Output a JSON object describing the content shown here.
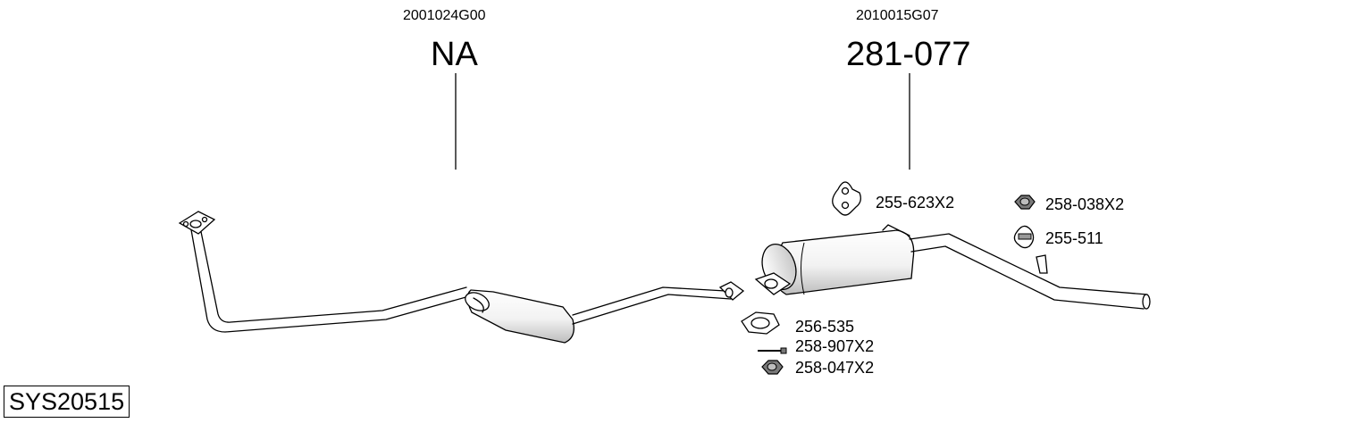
{
  "system_id": "SYS20515",
  "callouts": [
    {
      "oe_number": "2001024G00",
      "part_number": "NA"
    },
    {
      "oe_number": "2010015G07",
      "part_number": "281-077"
    }
  ],
  "accessories": {
    "mount_rubber": "255-623X2",
    "nut_top": "258-038X2",
    "hanger": "255-511",
    "gasket": "256-535",
    "bolt": "258-907X2",
    "nut_bottom": "258-047X2"
  }
}
